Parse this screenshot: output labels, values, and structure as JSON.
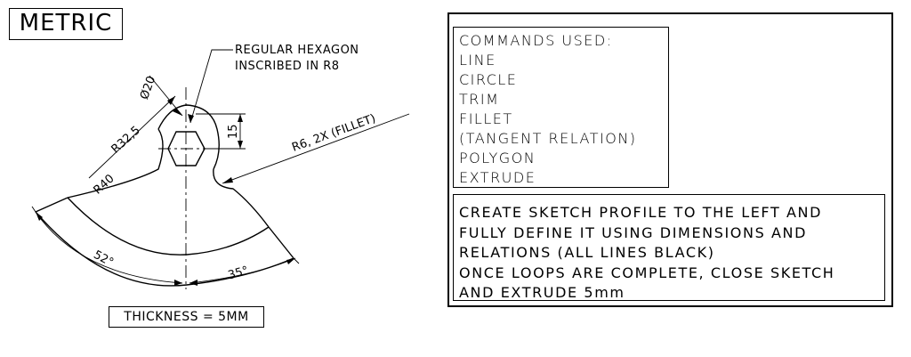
{
  "title": "METRIC",
  "drawing": {
    "hexagon_note_line1": "REGULAR HEXAGON",
    "hexagon_note_line2": "INSCRIBED IN R8",
    "dim_dia20": "Ø20",
    "dim_r32_5": "R32,5",
    "dim_r40": "R40",
    "dim_15": "15",
    "dim_fillet": "R6, 2X (FILLET)",
    "dim_52": "52°",
    "dim_35": "35°",
    "thickness": "THICKNESS = 5MM"
  },
  "commands": {
    "heading": "COMMANDS USED:",
    "items": [
      "LINE",
      "CIRCLE",
      "TRIM",
      "FILLET",
      "(TANGENT RELATION)",
      "POLYGON",
      "EXTRUDE"
    ]
  },
  "instructions": {
    "lines": [
      "CREATE SKETCH PROFILE TO THE LEFT AND",
      "FULLY DEFINE IT USING DIMENSIONS AND",
      "RELATIONS (ALL LINES BLACK)",
      "ONCE LOOPS ARE COMPLETE, CLOSE SKETCH",
      "AND EXTRUDE 5mm"
    ]
  }
}
